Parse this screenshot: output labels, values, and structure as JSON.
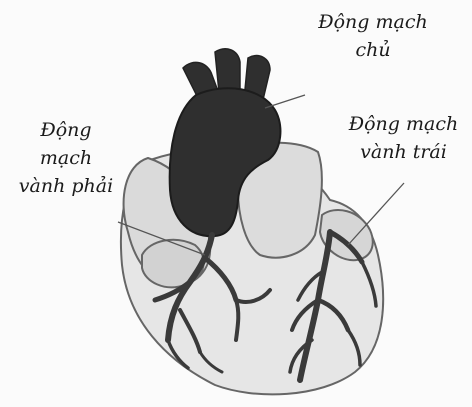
{
  "labels": {
    "aorta": {
      "line1": "Động mạch",
      "line2": "chủ"
    },
    "right_coronary": {
      "line1": "Động",
      "line2": "mạch",
      "line3": "vành phải"
    },
    "left_coronary": {
      "line1": "Động mạch",
      "line2": "vành trái"
    }
  },
  "colors": {
    "heart_fill": "#e7e7e7",
    "heart_stroke": "#6a6a6a",
    "aorta_fill": "#2f2f2f",
    "vessel": "#3a3a3a",
    "text": "#1b1b1b"
  }
}
